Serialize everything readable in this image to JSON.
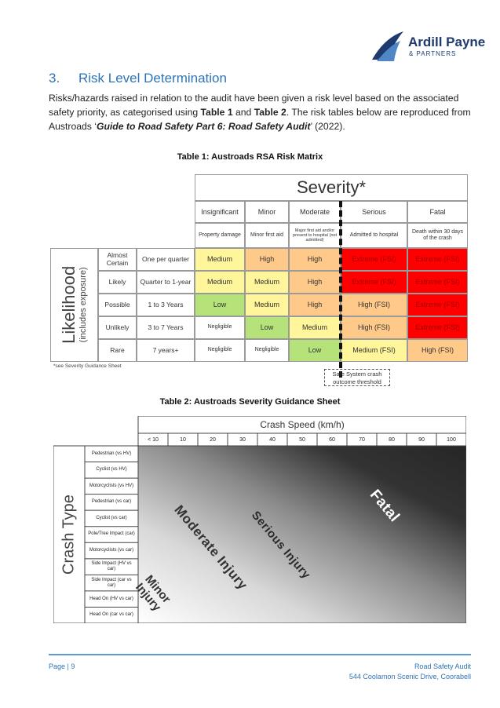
{
  "header": {
    "logo_name": "Ardill Payne",
    "logo_sub": "& PARTNERS"
  },
  "section": {
    "number": "3.",
    "title": "Risk Level Determination"
  },
  "intro": {
    "p1": "Risks/hazards raised in relation to the audit have been given a risk level based on the associated safety priority, as categorised using ",
    "t1": "Table 1",
    "and": " and ",
    "t2": "Table 2",
    "p2": ". The risk tables below are reproduced from Austroads ",
    "quote_open": "‘",
    "guide": "Guide to Road Safety Part 6: Road Safety Audit",
    "quote_close": "’",
    "p3": " (2022)."
  },
  "table1": {
    "caption": "Table 1: Austroads RSA Risk Matrix",
    "severity_title": "Severity*",
    "likelihood_title": "Likelihood",
    "likelihood_sub": "(includes exposure)",
    "severity_levels": [
      {
        "name": "Insignificant",
        "desc": "Property damage"
      },
      {
        "name": "Minor",
        "desc": "Minor first aid"
      },
      {
        "name": "Moderate",
        "desc": "Major first aid and/or present to hospital (not admitted)"
      },
      {
        "name": "Serious",
        "desc": "Admitted to hospital"
      },
      {
        "name": "Fatal",
        "desc": "Death within 30 days of the crash"
      }
    ],
    "rows": [
      {
        "likelihood": "Almost Certain",
        "freq": "One per quarter",
        "cells": [
          "Medium",
          "High",
          "High",
          "Extreme (FSI)",
          "Extreme (FSI)"
        ]
      },
      {
        "likelihood": "Likely",
        "freq": "Quarter to 1-year",
        "cells": [
          "Medium",
          "Medium",
          "High",
          "Extreme (FSI)",
          "Extreme (FSI)"
        ]
      },
      {
        "likelihood": "Possible",
        "freq": "1 to 3 Years",
        "cells": [
          "Low",
          "Medium",
          "High",
          "High (FSI)",
          "Extreme (FSI)"
        ]
      },
      {
        "likelihood": "Unlikely",
        "freq": "3 to 7 Years",
        "cells": [
          "Negligible",
          "Low",
          "Medium",
          "High (FSI)",
          "Extreme (FSI)"
        ]
      },
      {
        "likelihood": "Rare",
        "freq": "7 years+",
        "cells": [
          "Negligible",
          "Negligible",
          "Low",
          "Medium (FSI)",
          "High (FSI)"
        ]
      }
    ],
    "colors": {
      "Negligible": "#ffffff",
      "Low": "#b5e37a",
      "Medium": "#fff59a",
      "High": "#ffc98a",
      "Extreme": "#ff0000",
      "HighFSI": "#ffc98a",
      "MediumFSI": "#fff59a"
    },
    "footnote": "*see Severity Guidance Sheet",
    "ss_note": "Safe System crash outcome threshold"
  },
  "table2": {
    "caption": "Table 2: Austroads Severity Guidance Sheet",
    "speed_title": "Crash Speed (km/h)",
    "speeds": [
      "< 10",
      "10",
      "20",
      "30",
      "40",
      "50",
      "60",
      "70",
      "80",
      "90",
      "100"
    ],
    "crash_type_title": "Crash Type",
    "crash_types": [
      "Pedestrian (vs HV)",
      "Cyclist (vs HV)",
      "Motorcyclists (vs HV)",
      "Pedestrian (vs car)",
      "Cyclist (vs car)",
      "Pole/Tree Impact (car)",
      "Motorcyclists (vs car)",
      "Side Impact (HV vs car)",
      "Side Impact (car vs car)",
      "Head On (HV vs car)",
      "Head On (car vs car)"
    ],
    "zones": {
      "minor": "Minor Injury",
      "moderate": "Moderate Injury",
      "serious": "Serious Injury",
      "fatal": "Fatal"
    }
  },
  "footer": {
    "page": "Page | 9",
    "doc": "Road Safety Audit",
    "address": "544 Coolamon Scenic Drive, Coorabell"
  }
}
